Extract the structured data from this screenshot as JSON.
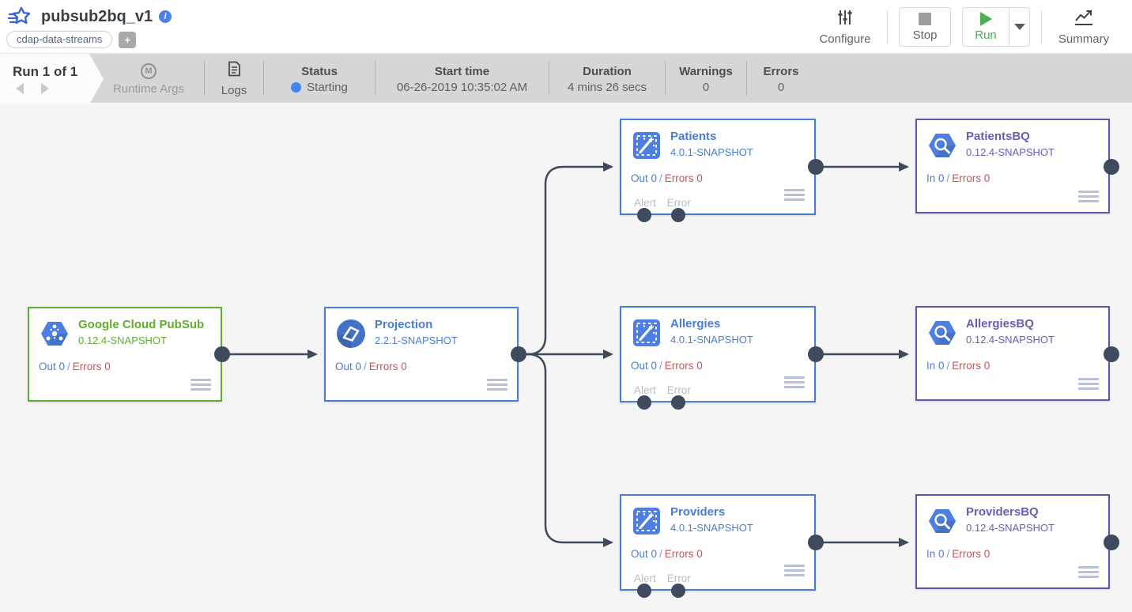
{
  "strings": {
    "sep": "/"
  },
  "colors": {
    "source_green": "#61ad2d",
    "transform_blue": "#4a7cd6",
    "sink_purple": "#6d5bb8",
    "connection_dark": "#404a5e",
    "metric_blue": "#4a7cd6",
    "metric_red": "#c2555b",
    "status_dot_blue": "#4285f4",
    "run_green": "#4caf50",
    "canvas_bg": "#f5f5f6",
    "runbar_bg": "#d6d6d6"
  },
  "header": {
    "title": "pubsub2bq_v1",
    "info_glyph": "i",
    "tag": "cdap-data-streams",
    "add_tag": "+",
    "configure": "Configure",
    "stop": "Stop",
    "run": "Run",
    "summary": "Summary"
  },
  "runbar": {
    "run_counter": "Run 1 of 1",
    "runtime_args": "Runtime Args",
    "runtime_args_glyph": "M",
    "logs": "Logs",
    "status_label": "Status",
    "status_value": "Starting",
    "start_label": "Start time",
    "start_value": "06-26-2019 10:35:02 AM",
    "duration_label": "Duration",
    "duration_value": "4 mins 26 secs",
    "warnings_label": "Warnings",
    "warnings_value": "0",
    "errors_label": "Errors",
    "errors_value": "0"
  },
  "nodes": [
    {
      "title": "Google Cloud PubSub",
      "version": "0.12.4-SNAPSHOT",
      "io": "Out 0",
      "errors": "Errors 0",
      "kind": "source",
      "icon": "pubsub-hexagon-icon"
    },
    {
      "title": "Projection",
      "version": "2.2.1-SNAPSHOT",
      "io": "Out 0",
      "errors": "Errors 0",
      "kind": "transform",
      "icon": "projection-icon"
    },
    {
      "title": "Patients",
      "version": "4.0.1-SNAPSHOT",
      "io": "Out 0",
      "errors": "Errors 0",
      "alert": "Alert",
      "error": "Error",
      "kind": "transform",
      "icon": "wrangler-icon"
    },
    {
      "title": "Allergies",
      "version": "4.0.1-SNAPSHOT",
      "io": "Out 0",
      "errors": "Errors 0",
      "alert": "Alert",
      "error": "Error",
      "kind": "transform",
      "icon": "wrangler-icon"
    },
    {
      "title": "Providers",
      "version": "4.0.1-SNAPSHOT",
      "io": "Out 0",
      "errors": "Errors 0",
      "alert": "Alert",
      "error": "Error",
      "kind": "transform",
      "icon": "wrangler-icon"
    },
    {
      "title": "PatientsBQ",
      "version": "0.12.4-SNAPSHOT",
      "io": "In 0",
      "errors": "Errors 0",
      "kind": "sink",
      "icon": "bigquery-hexagon-icon"
    },
    {
      "title": "AllergiesBQ",
      "version": "0.12.4-SNAPSHOT",
      "io": "In 0",
      "errors": "Errors 0",
      "kind": "sink",
      "icon": "bigquery-hexagon-icon"
    },
    {
      "title": "ProvidersBQ",
      "version": "0.12.4-SNAPSHOT",
      "io": "In 0",
      "errors": "Errors 0",
      "kind": "sink",
      "icon": "bigquery-hexagon-icon"
    }
  ]
}
